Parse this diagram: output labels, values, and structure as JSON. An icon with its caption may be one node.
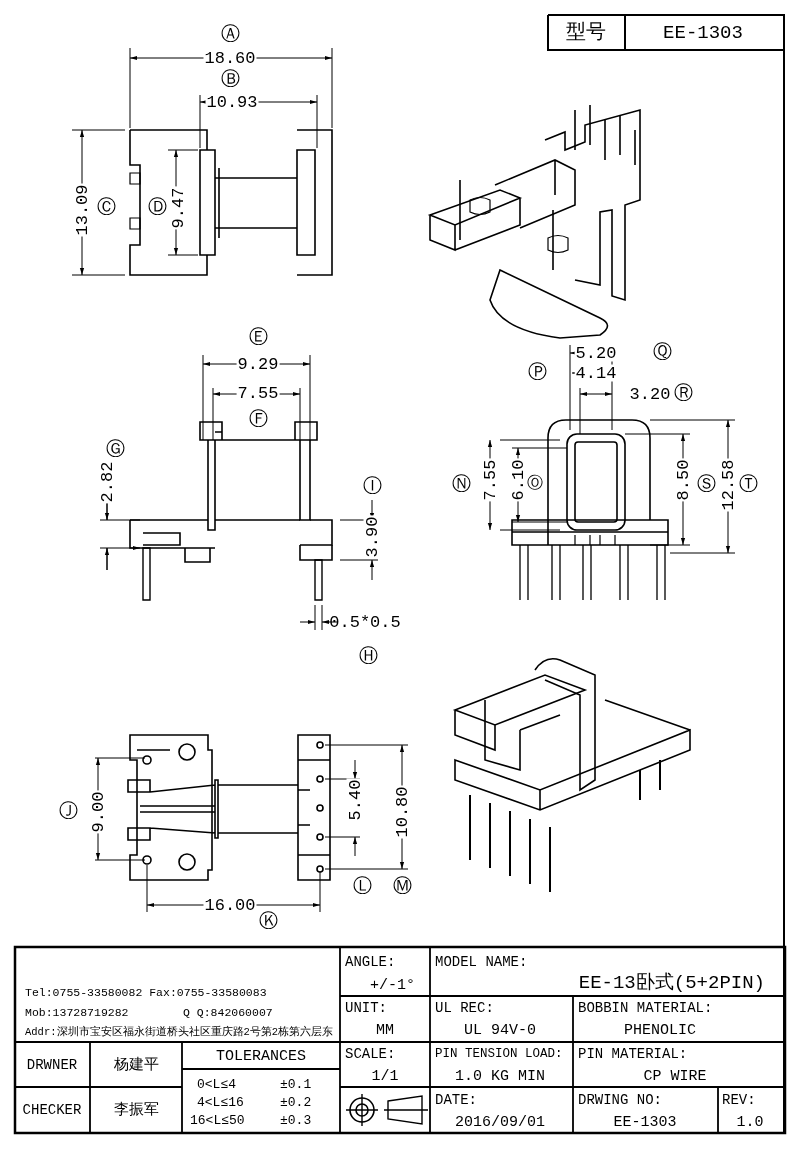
{
  "diagram": {
    "labels": [
      "型号",
      "EE-1303",
      "Ⓐ",
      "18.60",
      "Ⓑ",
      "10.93",
      "13.09",
      "Ⓒ",
      "Ⓓ",
      "9.47",
      "Ⓔ",
      "9.29",
      "7.55",
      "Ⓕ",
      "Ⓖ",
      "2.82",
      "Ⓘ",
      "3.90",
      "0.5*0.5",
      "Ⓗ",
      "5.20",
      "Ⓠ",
      "Ⓟ",
      "4.14",
      "3.20",
      "Ⓡ",
      "Ⓝ",
      "7.55",
      "6.10",
      "Ⓞ",
      "8.50",
      "Ⓢ",
      "12.58",
      "Ⓣ",
      "Ⓙ",
      "9.00",
      "5.40",
      "10.80",
      "Ⓛ",
      "Ⓜ",
      "16.00",
      "Ⓚ",
      "Tel:0755-33580082 Fax:0755-33580083",
      "Mob:13728719282",
      "Q Q:842060007",
      "Addr:深圳市宝安区福永街道桥头社区重庆路2号第2栋第六层东",
      "ANGLE:",
      "+/-1°",
      "MODEL NAME:",
      "EE-13卧式(5+2PIN)",
      "UNIT:",
      "MM",
      "UL REC:",
      "UL 94V-0",
      "BOBBIN MATERIAL:",
      "PHENOLIC",
      "DRWNER",
      "杨建平",
      "TOLERANCES",
      "SCALE:",
      "1/1",
      "PIN TENSION LOAD:",
      "1.0 KG MIN",
      "PIN MATERIAL:",
      "CP WIRE",
      "0<L≤4",
      "±0.1",
      "CHECKER",
      "李振军",
      "4<L≤16",
      "±0.2",
      "16<L≤50",
      "±0.3",
      "DATE:",
      "2016/09/01",
      "DRWING NO:",
      "EE-1303",
      "REV:",
      "1.0"
    ]
  }
}
